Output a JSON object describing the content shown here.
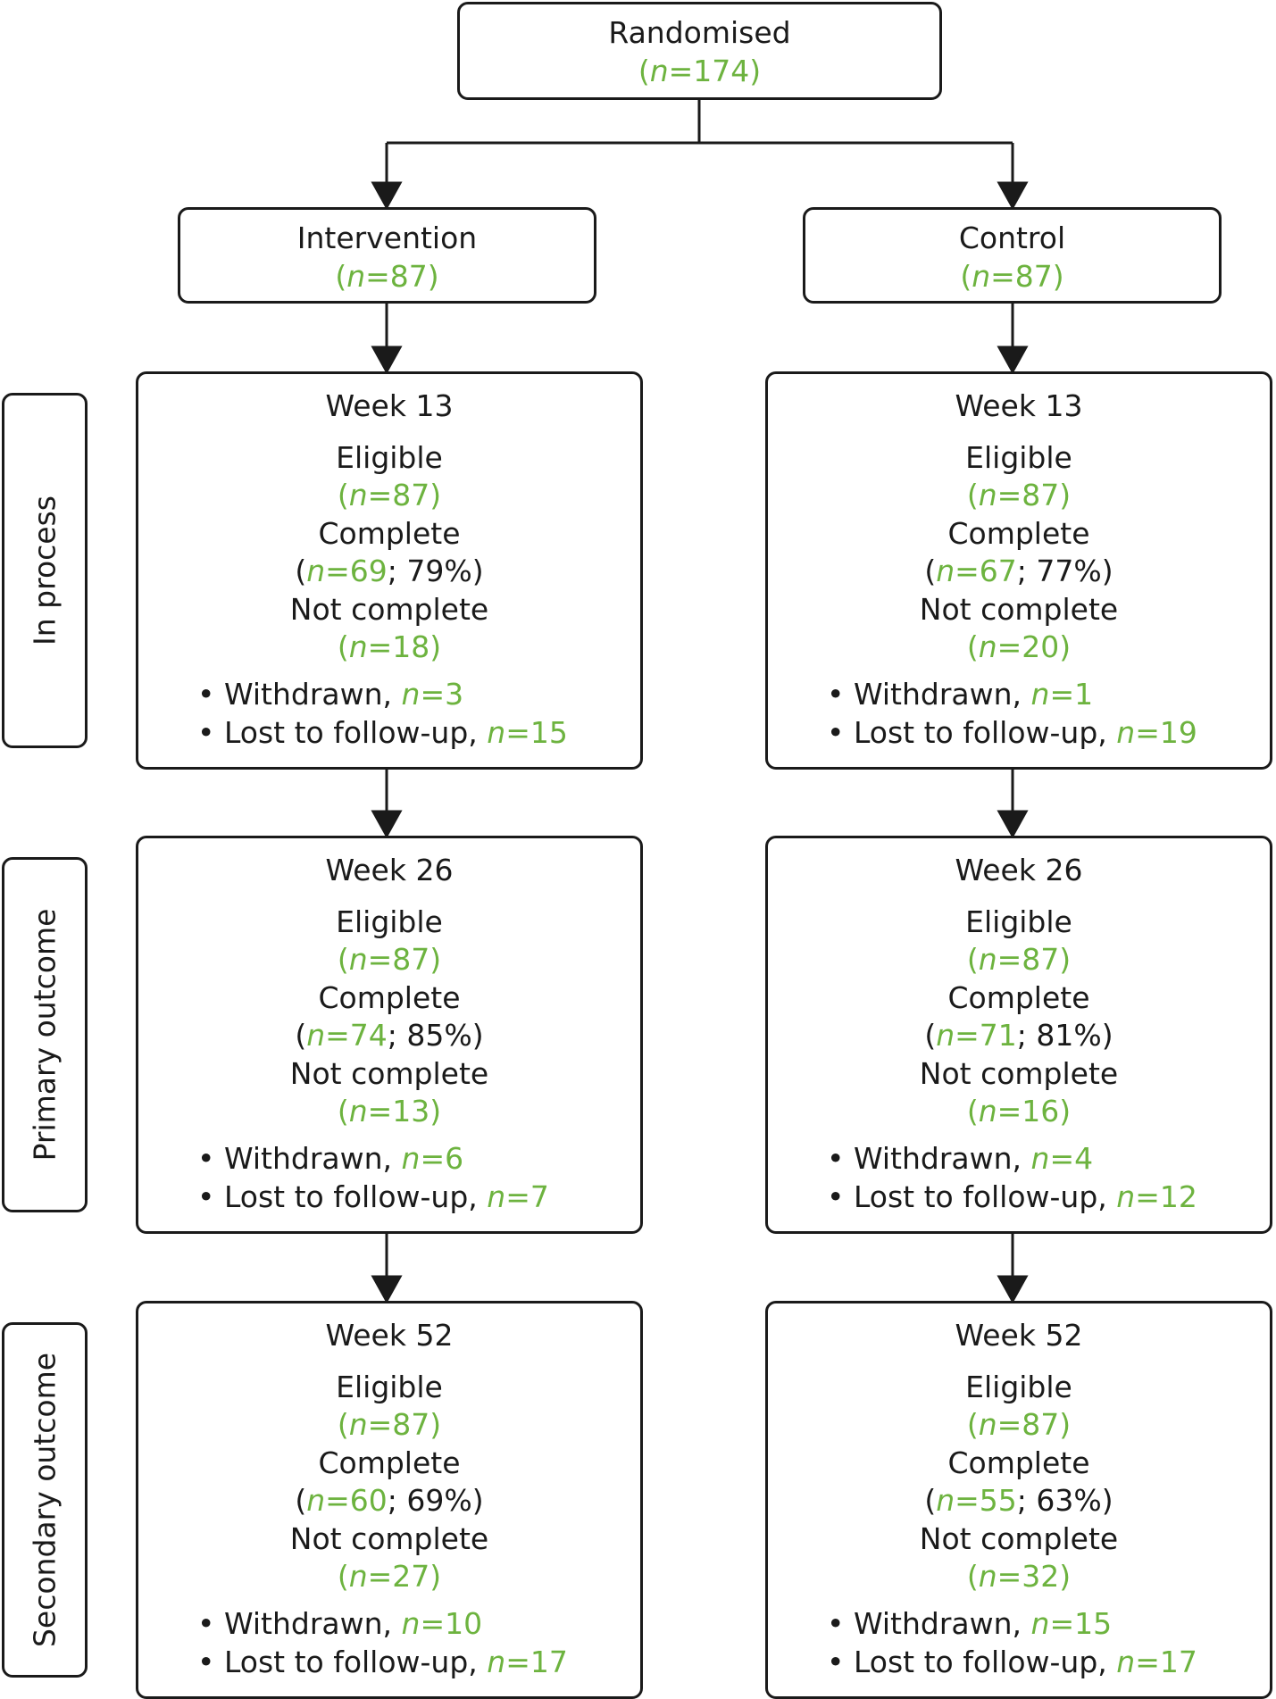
{
  "top": {
    "title": "Randomised",
    "n": "174"
  },
  "n_symbol": "n",
  "equals": "=",
  "colors": {
    "number": "#6db33f",
    "line": "#1a1a1a"
  },
  "arms": {
    "intervention": {
      "title": "Intervention",
      "n": "87"
    },
    "control": {
      "title": "Control",
      "n": "87"
    }
  },
  "labels": {
    "eligible": "Eligible",
    "complete": "Complete",
    "not_complete": "Not complete",
    "withdrawn": "Withdrawn,",
    "lost": "Lost to follow-up,",
    "bullet": "•"
  },
  "phases": [
    {
      "side_label": "In process",
      "intervention": {
        "week": "Week 13",
        "eligible": "87",
        "complete": "69",
        "pct": "79%",
        "not_complete": "18",
        "withdrawn": "3",
        "lost": "15"
      },
      "control": {
        "week": "Week 13",
        "eligible": "87",
        "complete": "67",
        "pct": "77%",
        "not_complete": "20",
        "withdrawn": "1",
        "lost": "19"
      }
    },
    {
      "side_label": "Primary outcome",
      "intervention": {
        "week": "Week 26",
        "eligible": "87",
        "complete": "74",
        "pct": "85%",
        "not_complete": "13",
        "withdrawn": "6",
        "lost": "7"
      },
      "control": {
        "week": "Week 26",
        "eligible": "87",
        "complete": "71",
        "pct": "81%",
        "not_complete": "16",
        "withdrawn": "4",
        "lost": "12"
      }
    },
    {
      "side_label": "Secondary outcome",
      "intervention": {
        "week": "Week 52",
        "eligible": "87",
        "complete": "60",
        "pct": "69%",
        "not_complete": "27",
        "withdrawn": "10",
        "lost": "17"
      },
      "control": {
        "week": "Week 52",
        "eligible": "87",
        "complete": "55",
        "pct": "63%",
        "not_complete": "32",
        "withdrawn": "15",
        "lost": "17"
      }
    }
  ]
}
